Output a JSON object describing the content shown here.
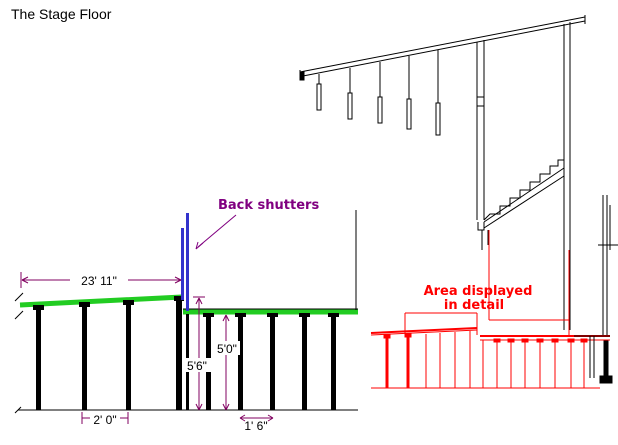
{
  "title": "The Stage Floor",
  "labels": {
    "back_shutters": "Back shutters",
    "area_line1": "Area displayed",
    "area_line2": "in detail"
  },
  "dimensions": {
    "width_total": "23' 11\"",
    "spacing_left": "2' 0\"",
    "spacing_right": "1' 6\"",
    "height_left": "5'6\"",
    "height_right": "5'0\""
  },
  "colors": {
    "deck": "#22cc22",
    "shutters": "#3333cc",
    "dimension": "#800060",
    "label_purple": "#800080",
    "detail": "#ff0000",
    "structure": "#000000"
  }
}
